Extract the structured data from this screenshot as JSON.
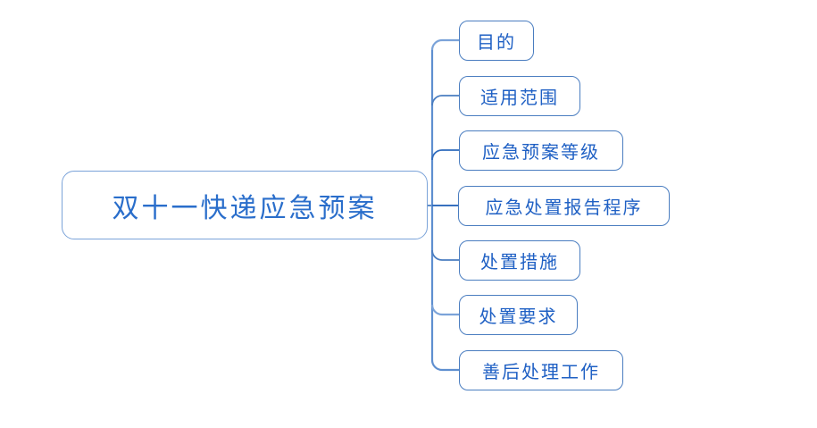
{
  "diagram": {
    "type": "mind-map",
    "orientation": "left-to-right",
    "background_color": "#ffffff",
    "root": {
      "label": "双十一快递应急预案",
      "border_color": "#7ba3d9",
      "text_color": "#2a6ecb"
    },
    "branch_color": "#4a7dc0",
    "children": [
      {
        "label": "目的"
      },
      {
        "label": "适用范围"
      },
      {
        "label": "应急预案等级"
      },
      {
        "label": "应急处置报告程序"
      },
      {
        "label": "处置措施"
      },
      {
        "label": "处置要求"
      },
      {
        "label": "善后处理工作"
      }
    ]
  }
}
